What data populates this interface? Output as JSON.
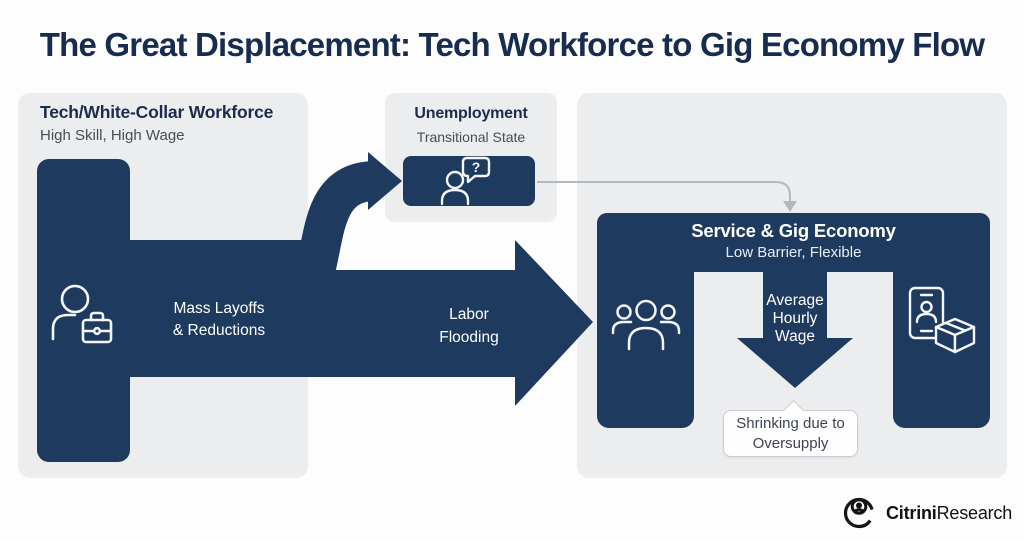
{
  "title": "The Great Displacement: Tech Workforce to Gig Economy Flow",
  "workforce_panel": {
    "title": "Tech/White-Collar Workforce",
    "subtitle": "High Skill, High Wage",
    "icon": "person-briefcase-icon"
  },
  "unemployment_panel": {
    "title": "Unemployment",
    "subtitle": "Transitional State",
    "icon": "person-question-icon",
    "icon_glyph": "?"
  },
  "gig_panel": {
    "title": "Service & Gig Economy",
    "subtitle": "Low Barrier, Flexible",
    "icons": [
      "people-group-icon",
      "phone-package-icon"
    ]
  },
  "labels": {
    "mass_layoffs": "Mass Layoffs\n& Reductions",
    "labor_flooding": "Labor\nFlooding",
    "average_wage": "Average\nHourly\nWage",
    "callout": "Shrinking due to\nOversupply"
  },
  "brand": {
    "bold": "Citrini",
    "regular": "Research",
    "icon": "citrini-logo-icon"
  },
  "colors": {
    "navy": "#1e3a5f",
    "panel_gray": "#ecedef",
    "title_text": "#182c4f",
    "subtitle_text": "#474c56",
    "white_text": "#ffffff",
    "connector_gray": "#b4b7bb",
    "callout_border": "#c9ccd0",
    "callout_text": "#3d4450",
    "logo_black": "#121212"
  }
}
